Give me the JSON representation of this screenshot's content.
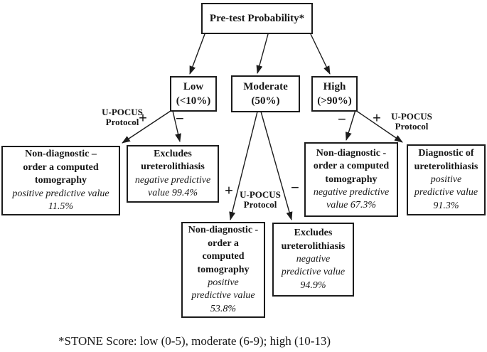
{
  "colors": {
    "ink": "#1c1c1c",
    "background": "#ffffff"
  },
  "flowchart": {
    "root": {
      "label": "Pre-test Probability*"
    },
    "branches": {
      "low": {
        "label": "Low\n(<10%)"
      },
      "moderate": {
        "label": "Moderate\n(50%)"
      },
      "high": {
        "label": "High\n(>90%)"
      }
    },
    "protocol_labels": {
      "left": "U-POCUS\nProtocol",
      "middle": "U-POCUS\nProtocol",
      "right": "U-POCUS\nProtocol"
    },
    "signs": {
      "low_positive": "+",
      "low_negative": "−",
      "moderate_positive": "+",
      "moderate_negative": "−",
      "high_negative": "−",
      "high_positive": "+"
    },
    "outcomes": {
      "low_positive": {
        "title": "Non-diagnostic –\norder a computed\ntomography",
        "detail": "positive predictive value\n11.5%"
      },
      "low_negative": {
        "title": "Excludes\nureterolithiasis",
        "detail": "negative predictive\nvalue 99.4%"
      },
      "moderate_positive": {
        "title": "Non-diagnostic -\norder a\ncomputed\ntomography",
        "detail": "positive\npredictive value\n53.8%"
      },
      "moderate_negative": {
        "title": "Excludes\nureterolithiasis",
        "detail": "negative\npredictive value\n94.9%"
      },
      "high_negative": {
        "title": "Non-diagnostic -\norder a computed\ntomography",
        "detail": "negative predictive\nvalue 67.3%"
      },
      "high_positive": {
        "title": "Diagnostic of\nureterolithiasis",
        "detail": "positive\npredictive value\n91.3%"
      }
    },
    "footnote": "*STONE Score: low (0-5), moderate (6-9); high (10-13)"
  }
}
